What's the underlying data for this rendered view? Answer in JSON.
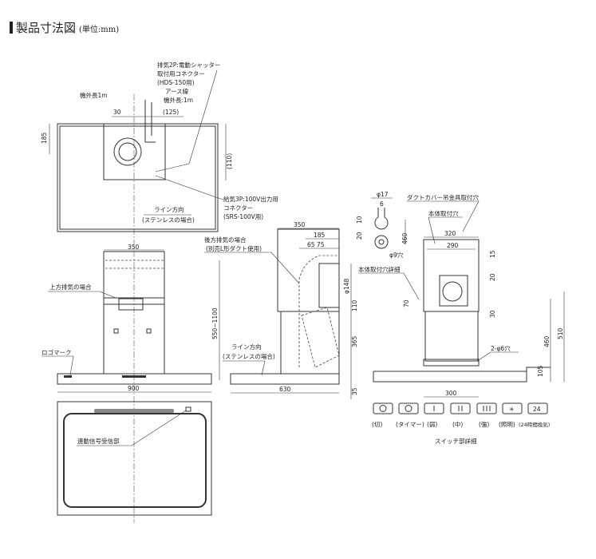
{
  "title": {
    "main": "製品寸法図",
    "unit": "(単位:mm)"
  },
  "top_view": {
    "exhaust_connector_1": "排気2P:電動シャッター",
    "exhaust_connector_2": "取付用コネクター",
    "exhaust_connector_3": "(HDS-150用)",
    "earth_1": "アース線",
    "earth_2": "機外長:1m",
    "cord_length": "機外長1m",
    "dim_30": "30",
    "dim_125": "(125)",
    "dim_185": "185",
    "dim_110": "(110)",
    "supply_1": "給気3P:100V出力用",
    "supply_2": "コネクター",
    "supply_3": "(SRS-100V用)",
    "line_dir_1": "ライン方向",
    "line_dir_2": "(ステンレスの場合)"
  },
  "front_view": {
    "dim_350": "350",
    "upward_exhaust": "上方排気の場合",
    "logo_mark": "ロゴマーク",
    "dim_height": "550~1100",
    "dim_900": "900"
  },
  "side_view": {
    "dim_350": "350",
    "dim_185": "185",
    "dim_6575": "65 75",
    "rear_exhaust_1": "後方排気の場合",
    "rear_exhaust_2": "(別売L形ダクト使用)",
    "line_dir_1": "ライン方向",
    "line_dir_2": "(ステンレスの場合)",
    "dim_630": "630",
    "dim_148": "φ148",
    "dim_110": "110",
    "dim_365": "365",
    "dim_35": "35"
  },
  "hole_detail": {
    "dim_17": "φ17",
    "dim_6": "6",
    "dim_10": "10",
    "dim_20": "20",
    "dim_460": "460",
    "hole_9": "φ9穴",
    "label": "本体取付穴詳細"
  },
  "rear_view": {
    "duct_cover_holes": "ダクトカバー吊金具取付穴",
    "body_holes": "本体取付穴",
    "dim_320": "320",
    "dim_290": "290",
    "dim_15": "15",
    "dim_20": "20",
    "dim_70": "70",
    "dim_30": "30",
    "holes_6": "2-φ6穴",
    "dim_460": "460",
    "dim_510": "510",
    "dim_105": "105",
    "dim_300": "300"
  },
  "switch_panel": {
    "title": "スイッチ部詳細",
    "buttons": [
      {
        "icon": "power-off",
        "label": "(切)"
      },
      {
        "icon": "timer",
        "label": "(タイマー)"
      },
      {
        "icon": "I",
        "label": "(弱)"
      },
      {
        "icon": "II",
        "label": "(中)"
      },
      {
        "icon": "III",
        "label": "(強)"
      },
      {
        "icon": "light",
        "label": "(照明)"
      },
      {
        "icon": "24h",
        "label": "(24時間換気)"
      }
    ]
  },
  "bottom_view": {
    "signal_receiver": "連動信号受信部"
  }
}
